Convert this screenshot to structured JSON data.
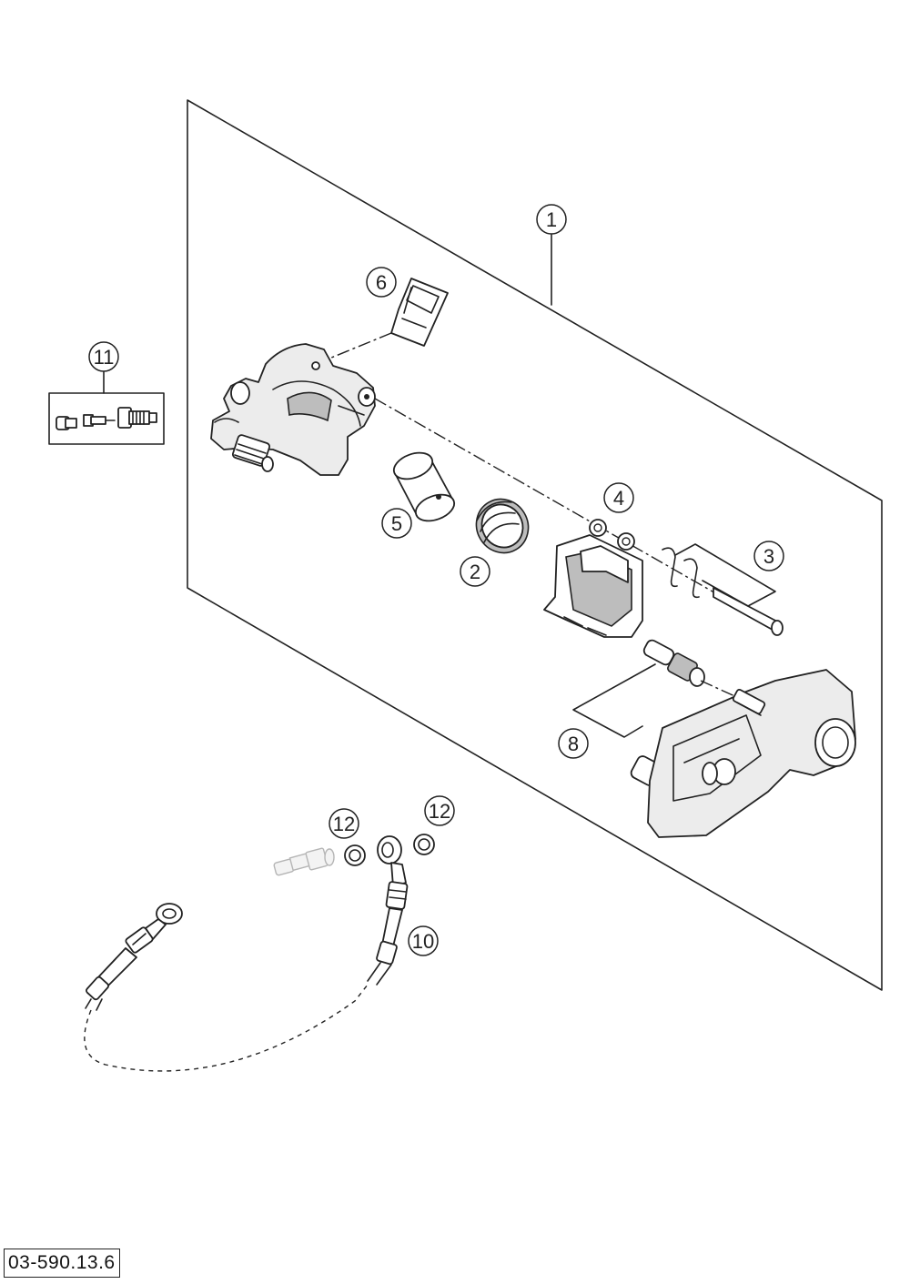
{
  "callouts": {
    "c1": "1",
    "c2": "2",
    "c3": "3",
    "c4": "4",
    "c5": "5",
    "c6": "6",
    "c8": "8",
    "c10": "10",
    "c11": "11",
    "c12a": "12",
    "c12b": "12"
  },
  "drawing_number": "03-590.13.6"
}
